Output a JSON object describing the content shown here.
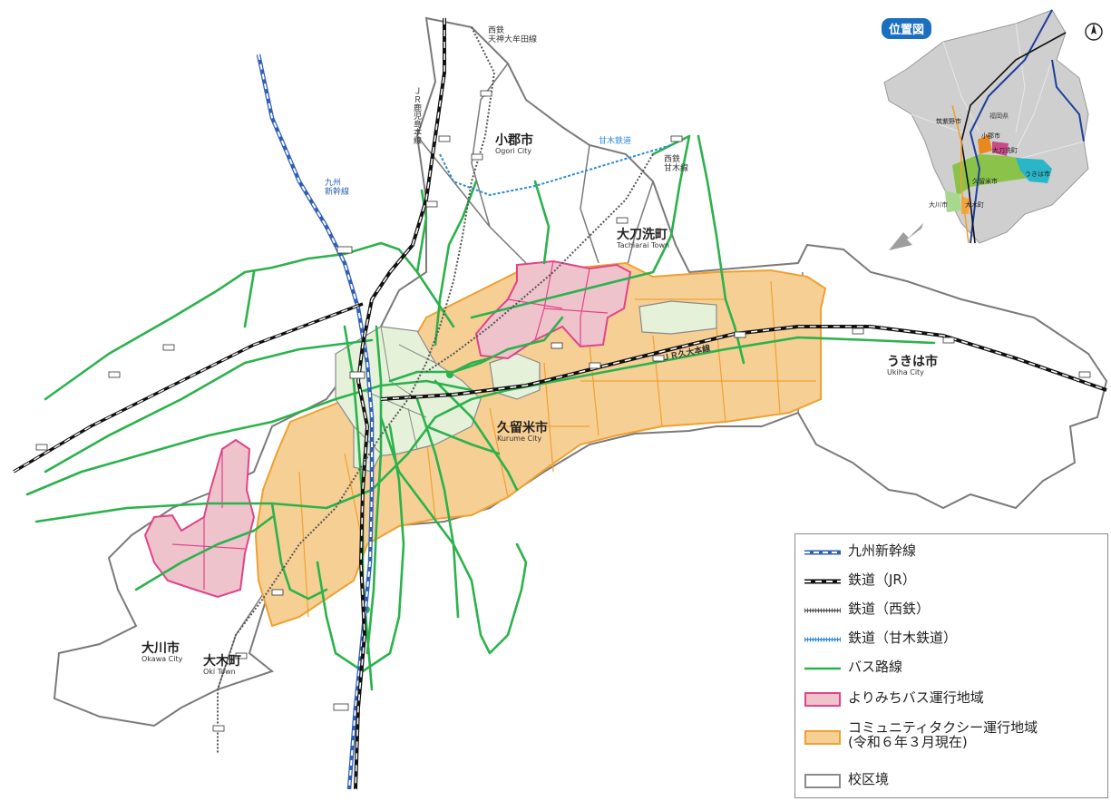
{
  "places": {
    "ogori": {
      "ja": "小郡市",
      "en": "Ogori City"
    },
    "tachiarai": {
      "ja": "大刀洗町",
      "en": "Tachiarai Town"
    },
    "ukiha": {
      "ja": "うきは市",
      "en": "Ukiha City"
    },
    "kurume": {
      "ja": "久留米市",
      "en": "Kurume City"
    },
    "okawa": {
      "ja": "大川市",
      "en": "Okawa City"
    },
    "oki": {
      "ja": "大木町",
      "en": "Oki Town"
    }
  },
  "rail_labels": {
    "shinkansen": "九州\n新幹線",
    "jr_kagoshima": "ＪＲ鹿児島本線",
    "nishitetsu_omuta": "西鉄\n天神大牟田線",
    "amagi": "甘木鉄道",
    "nishitetsu_amagi": "西鉄\n甘木線",
    "jr_kyudai": "ＪＲ久大本線"
  },
  "inset": {
    "title": "位置図",
    "labels": {
      "fukuoka": "福岡県",
      "ogori": "小郡市",
      "tachiarai": "大刀洗町",
      "ukiha": "うきは市",
      "kurume": "久留米市",
      "okawa": "大川市",
      "oki": "大木町",
      "kurume_upper": "筑紫野市"
    }
  },
  "legend": {
    "items": [
      {
        "label": "九州新幹線",
        "type": "shinkansen"
      },
      {
        "label": "鉄道（JR）",
        "type": "jr"
      },
      {
        "label": "鉄道（西鉄）",
        "type": "nishitetsu"
      },
      {
        "label": "鉄道（甘木鉄道）",
        "type": "amagi"
      },
      {
        "label": "バス路線",
        "type": "bus"
      },
      {
        "label": "よりみちバス運行地域",
        "type": "yorimichi"
      },
      {
        "label": "コミュニティタクシー運行地域",
        "label2": "(令和６年３月現在)",
        "type": "taxi"
      },
      {
        "label": "校区境",
        "type": "boundary"
      }
    ]
  },
  "colors": {
    "bus": "#2bb24c",
    "taxi_fill": "#f6cf95",
    "taxi_stroke": "#f0a030",
    "yorimichi_fill": "#eec3cc",
    "yorimichi_stroke": "#e0448a",
    "school_fill": "#e5f1d9",
    "boundary": "#8a8a8a",
    "shinkansen": "#2f5fb8",
    "jr": "#111111",
    "nishitetsu": "#555555",
    "amagi": "#2d8ad6",
    "inset_blue": "#1c6fc0"
  }
}
